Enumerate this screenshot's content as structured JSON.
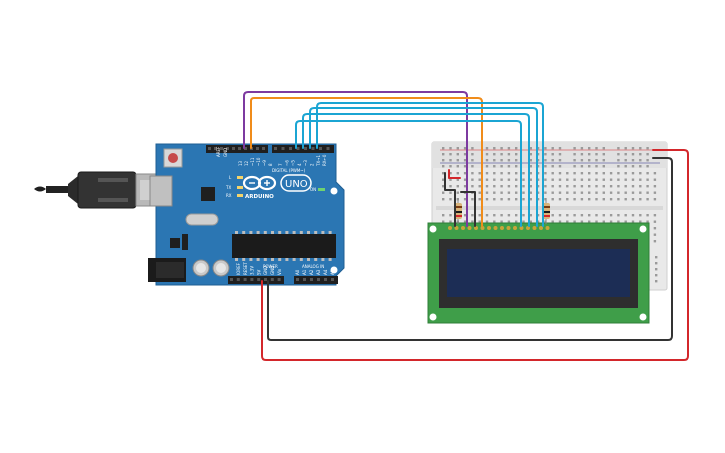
{
  "arduino": {
    "logo_text": "ARDUINO",
    "model_text": "UNO",
    "digital_label": "DIGITAL (PWM~)",
    "power_label": "POWER",
    "analog_label": "ANALOG IN",
    "on_label": "ON",
    "tx_label": "TX",
    "rx_label": "RX",
    "l_label": "L",
    "aref_label": "AREF",
    "gnd_label": "GND",
    "digital_pins": [
      "13",
      "12",
      "~11",
      "~10",
      "~9",
      "8",
      "7",
      "~6",
      "~5",
      "4",
      "~3",
      "2",
      "TX→1",
      "RX←0"
    ],
    "power_pins": [
      "IOREF",
      "RESET",
      "3.3V",
      "5V",
      "GND",
      "GND",
      "Vin"
    ],
    "analog_pins": [
      "A0",
      "A1",
      "A2",
      "A3",
      "A4",
      "A5"
    ]
  },
  "colors": {
    "board": "#2b76b3",
    "board_edge": "#1f5f93",
    "wire_purple": "#7d3aa0",
    "wire_orange": "#f08c1a",
    "wire_blue": "#1ba5d3",
    "wire_black": "#333333",
    "wire_red": "#d3272b",
    "lcd_pcb": "#3f9e49",
    "lcd_bezel": "#2e2e2e",
    "lcd_screen": "#1c2d55",
    "breadboard": "#e9e9e9"
  }
}
